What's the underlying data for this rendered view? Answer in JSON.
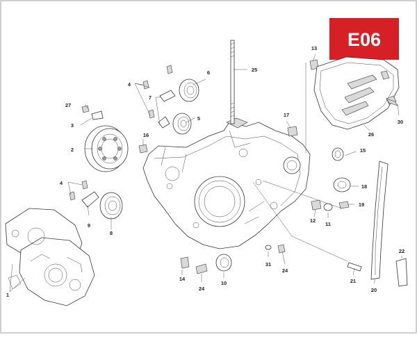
{
  "diagram": {
    "code": "E06",
    "badge_color": "#d71f26",
    "frame_color": "#cfcfcf",
    "callouts": [
      {
        "id": "c1",
        "label": "1"
      },
      {
        "id": "c2",
        "label": "2"
      },
      {
        "id": "c3",
        "label": "3"
      },
      {
        "id": "c4a",
        "label": "4"
      },
      {
        "id": "c4b",
        "label": "4"
      },
      {
        "id": "c5",
        "label": "5"
      },
      {
        "id": "c6",
        "label": "6"
      },
      {
        "id": "c7",
        "label": "7"
      },
      {
        "id": "c8",
        "label": "8"
      },
      {
        "id": "c9",
        "label": "9"
      },
      {
        "id": "c10",
        "label": "10"
      },
      {
        "id": "c11",
        "label": "11"
      },
      {
        "id": "c12",
        "label": "12"
      },
      {
        "id": "c13",
        "label": "13"
      },
      {
        "id": "c14",
        "label": "14"
      },
      {
        "id": "c15",
        "label": "15"
      },
      {
        "id": "c16",
        "label": "16"
      },
      {
        "id": "c17",
        "label": "17"
      },
      {
        "id": "c18",
        "label": "18"
      },
      {
        "id": "c19",
        "label": "19"
      },
      {
        "id": "c20",
        "label": "20"
      },
      {
        "id": "c21",
        "label": "21"
      },
      {
        "id": "c22",
        "label": "22"
      },
      {
        "id": "c24a",
        "label": "24"
      },
      {
        "id": "c24b",
        "label": "24"
      },
      {
        "id": "c25",
        "label": "25"
      },
      {
        "id": "c26",
        "label": "26"
      },
      {
        "id": "c27",
        "label": "27"
      },
      {
        "id": "c30",
        "label": "30"
      },
      {
        "id": "c31",
        "label": "31"
      }
    ]
  }
}
